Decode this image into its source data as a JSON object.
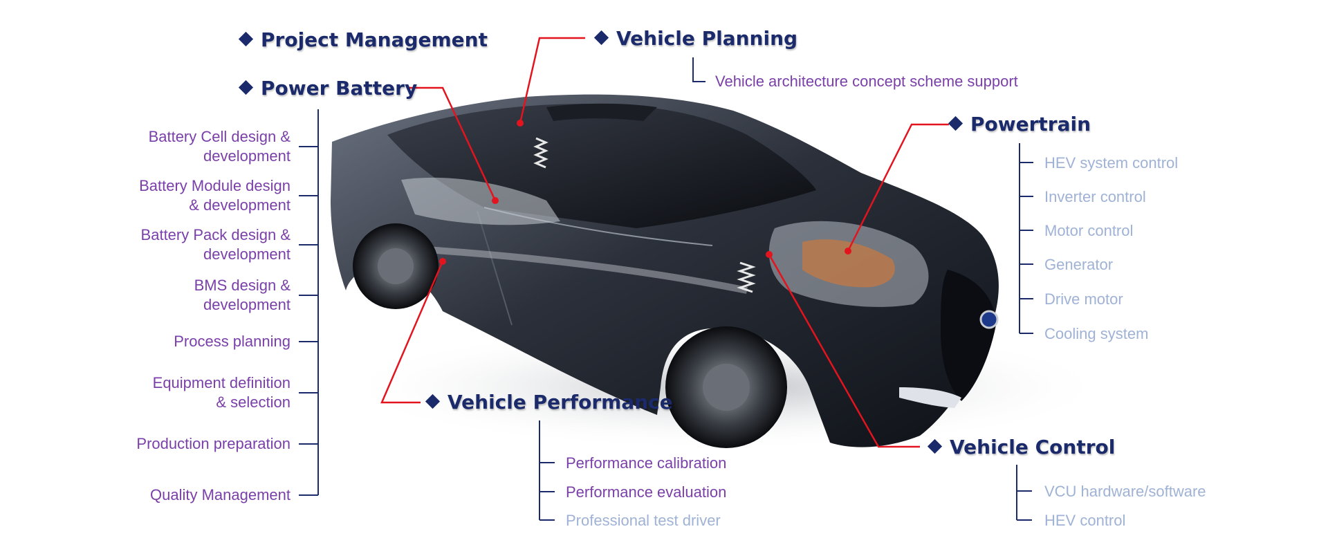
{
  "colors": {
    "heading": "#1b2a6b",
    "item_primary": "#7a3fa8",
    "item_muted": "#9fb2d6",
    "connector": "#e3141e",
    "bracket": "#1b2a6b"
  },
  "headings": {
    "project_management": "Project Management",
    "power_battery": "Power Battery",
    "vehicle_planning": "Vehicle Planning",
    "powertrain": "Powertrain",
    "vehicle_performance": "Vehicle Performance",
    "vehicle_control": "Vehicle Control"
  },
  "vehicle_planning": {
    "items": [
      "Vehicle architecture concept scheme support"
    ]
  },
  "power_battery": {
    "items": [
      [
        "Battery Cell design &",
        "development"
      ],
      [
        "Battery Module design",
        "& development"
      ],
      [
        "Battery Pack design &",
        "development"
      ],
      [
        "BMS design &",
        "development"
      ],
      [
        "Process planning"
      ],
      [
        "Equipment definition",
        "& selection"
      ],
      [
        "Production preparation"
      ],
      [
        "Quality Management"
      ]
    ]
  },
  "powertrain": {
    "items": [
      "HEV system control",
      "Inverter control",
      "Motor control",
      "Generator",
      "Drive motor",
      "Cooling system"
    ]
  },
  "vehicle_performance": {
    "items": [
      "Performance calibration",
      "Performance evaluation",
      "Professional test driver"
    ]
  },
  "vehicle_control": {
    "items": [
      "VCU hardware/software",
      "HEV control"
    ]
  }
}
